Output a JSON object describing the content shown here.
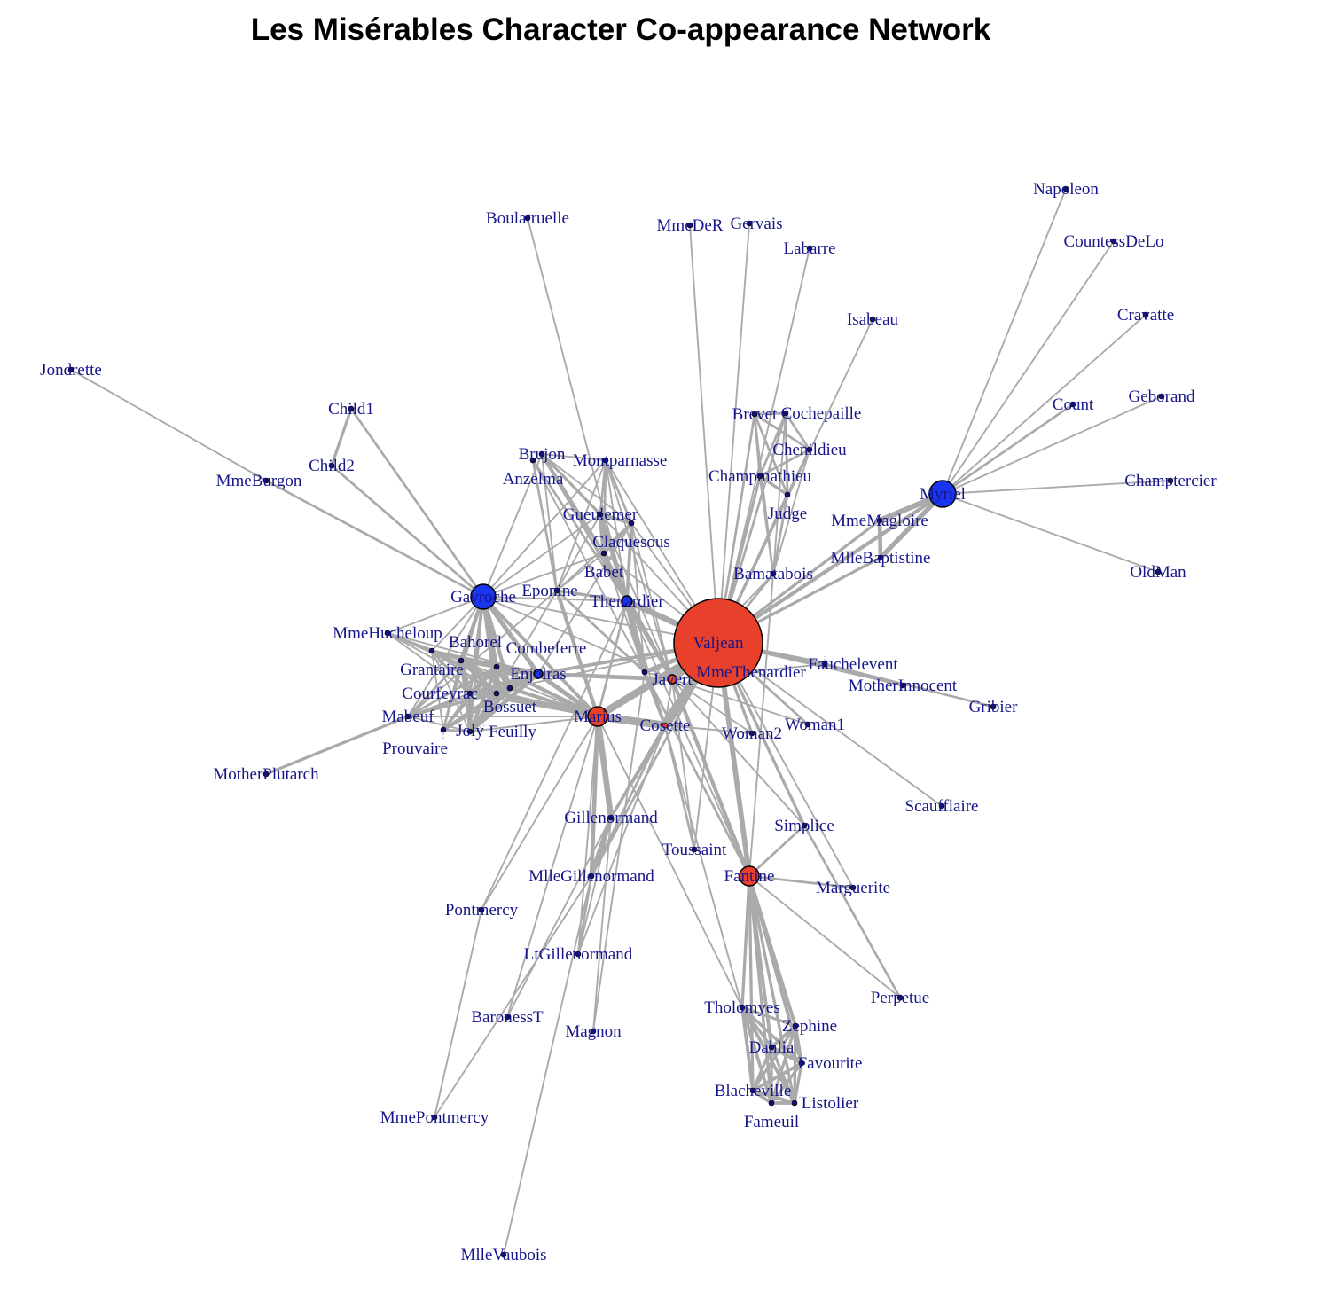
{
  "title": "Les Misérables Character Co-appearance Network",
  "colors": {
    "edge": "#aaaaaa",
    "major_red": "#e8402a",
    "major_blue": "#1a35f0",
    "minor_dot": "#10106e",
    "label": "#16168a"
  },
  "nodes": [
    {
      "name": "Valjean",
      "group": "red"
    },
    {
      "name": "Myriel",
      "group": "blue"
    },
    {
      "name": "Gavroche",
      "group": "blue"
    },
    {
      "name": "Marius",
      "group": "red"
    },
    {
      "name": "Fantine",
      "group": "red"
    },
    {
      "name": "Thenardier",
      "group": "blue"
    },
    {
      "name": "Javert",
      "group": "red"
    },
    {
      "name": "Enjolras",
      "group": "blue"
    },
    {
      "name": "Cosette",
      "group": "red"
    },
    {
      "name": "Napoleon",
      "group": "minor"
    },
    {
      "name": "CountessDeLo",
      "group": "minor"
    },
    {
      "name": "Cravatte",
      "group": "minor"
    },
    {
      "name": "Count",
      "group": "minor"
    },
    {
      "name": "Geborand",
      "group": "minor"
    },
    {
      "name": "Champtercier",
      "group": "minor"
    },
    {
      "name": "OldMan",
      "group": "minor"
    },
    {
      "name": "MmeMagloire",
      "group": "minor"
    },
    {
      "name": "MlleBaptistine",
      "group": "minor"
    },
    {
      "name": "Boulatruelle",
      "group": "minor"
    },
    {
      "name": "MmeDeR",
      "group": "minor"
    },
    {
      "name": "Gervais",
      "group": "minor"
    },
    {
      "name": "Labarre",
      "group": "minor"
    },
    {
      "name": "Isabeau",
      "group": "minor"
    },
    {
      "name": "Brevet",
      "group": "minor"
    },
    {
      "name": "Cochepaille",
      "group": "minor"
    },
    {
      "name": "Chenildieu",
      "group": "minor"
    },
    {
      "name": "Champmathieu",
      "group": "minor"
    },
    {
      "name": "Judge",
      "group": "minor"
    },
    {
      "name": "Bamatabois",
      "group": "minor"
    },
    {
      "name": "Jondrette",
      "group": "minor"
    },
    {
      "name": "Child1",
      "group": "minor"
    },
    {
      "name": "Child2",
      "group": "minor"
    },
    {
      "name": "MmeBurgon",
      "group": "minor"
    },
    {
      "name": "Brujon",
      "group": "minor"
    },
    {
      "name": "Anzelma",
      "group": "minor"
    },
    {
      "name": "Montparnasse",
      "group": "minor"
    },
    {
      "name": "Gueulemer",
      "group": "minor"
    },
    {
      "name": "Claquesous",
      "group": "minor"
    },
    {
      "name": "Babet",
      "group": "minor"
    },
    {
      "name": "Eponine",
      "group": "minor"
    },
    {
      "name": "MmeHucheloup",
      "group": "minor"
    },
    {
      "name": "Grantaire",
      "group": "minor"
    },
    {
      "name": "Bahorel",
      "group": "minor"
    },
    {
      "name": "Combeferre",
      "group": "minor"
    },
    {
      "name": "MmeThenardier",
      "group": "minor"
    },
    {
      "name": "Bossuet",
      "group": "minor"
    },
    {
      "name": "Courfeyrac",
      "group": "minor"
    },
    {
      "name": "Joly",
      "group": "minor"
    },
    {
      "name": "Mabeuf",
      "group": "minor"
    },
    {
      "name": "Prouvaire",
      "group": "minor"
    },
    {
      "name": "Feuilly",
      "group": "minor"
    },
    {
      "name": "MotherPlutarch",
      "group": "minor"
    },
    {
      "name": "Woman2",
      "group": "minor"
    },
    {
      "name": "Woman1",
      "group": "minor"
    },
    {
      "name": "Fauchelevent",
      "group": "minor"
    },
    {
      "name": "MotherInnocent",
      "group": "minor"
    },
    {
      "name": "Gribier",
      "group": "minor"
    },
    {
      "name": "Scaufflaire",
      "group": "minor"
    },
    {
      "name": "Simplice",
      "group": "minor"
    },
    {
      "name": "Toussaint",
      "group": "minor"
    },
    {
      "name": "Gillenormand",
      "group": "minor"
    },
    {
      "name": "MlleGillenormand",
      "group": "minor"
    },
    {
      "name": "Marguerite",
      "group": "minor"
    },
    {
      "name": "Pontmercy",
      "group": "minor"
    },
    {
      "name": "LtGillenormand",
      "group": "minor"
    },
    {
      "name": "BaronessT",
      "group": "minor"
    },
    {
      "name": "Magnon",
      "group": "minor"
    },
    {
      "name": "Perpetue",
      "group": "minor"
    },
    {
      "name": "Tholomyes",
      "group": "minor"
    },
    {
      "name": "Zephine",
      "group": "minor"
    },
    {
      "name": "Dahlia",
      "group": "minor"
    },
    {
      "name": "Favourite",
      "group": "minor"
    },
    {
      "name": "Blacheville",
      "group": "minor"
    },
    {
      "name": "Fameuil",
      "group": "minor"
    },
    {
      "name": "Listolier",
      "group": "minor"
    },
    {
      "name": "MmePontmercy",
      "group": "minor"
    },
    {
      "name": "MlleVaubois",
      "group": "minor"
    }
  ],
  "edges": [
    [
      "Napoleon",
      "Myriel",
      1
    ],
    [
      "MlleBaptistine",
      "Myriel",
      8
    ],
    [
      "MmeMagloire",
      "Myriel",
      10
    ],
    [
      "MmeMagloire",
      "MlleBaptistine",
      6
    ],
    [
      "CountessDeLo",
      "Myriel",
      1
    ],
    [
      "Geborand",
      "Myriel",
      1
    ],
    [
      "Champtercier",
      "Myriel",
      1
    ],
    [
      "Cravatte",
      "Myriel",
      1
    ],
    [
      "Count",
      "Myriel",
      2
    ],
    [
      "OldMan",
      "Myriel",
      1
    ],
    [
      "Valjean",
      "Labarre",
      1
    ],
    [
      "Valjean",
      "MmeMagloire",
      3
    ],
    [
      "Valjean",
      "MlleBaptistine",
      3
    ],
    [
      "Valjean",
      "Myriel",
      5
    ],
    [
      "Marguerite",
      "Valjean",
      1
    ],
    [
      "MmeDeR",
      "Valjean",
      1
    ],
    [
      "Isabeau",
      "Valjean",
      1
    ],
    [
      "Gervais",
      "Valjean",
      1
    ],
    [
      "Listolier",
      "Tholomyes",
      4
    ],
    [
      "Fameuil",
      "Tholomyes",
      4
    ],
    [
      "Fameuil",
      "Listolier",
      4
    ],
    [
      "Blacheville",
      "Tholomyes",
      4
    ],
    [
      "Blacheville",
      "Listolier",
      4
    ],
    [
      "Blacheville",
      "Fameuil",
      4
    ],
    [
      "Favourite",
      "Tholomyes",
      3
    ],
    [
      "Favourite",
      "Listolier",
      3
    ],
    [
      "Favourite",
      "Fameuil",
      3
    ],
    [
      "Favourite",
      "Blacheville",
      4
    ],
    [
      "Dahlia",
      "Listolier",
      3
    ],
    [
      "Dahlia",
      "Fameuil",
      3
    ],
    [
      "Dahlia",
      "Blacheville",
      3
    ],
    [
      "Dahlia",
      "Favourite",
      5
    ],
    [
      "Dahlia",
      "Tholomyes",
      3
    ],
    [
      "Zephine",
      "Listolier",
      3
    ],
    [
      "Zephine",
      "Fameuil",
      3
    ],
    [
      "Zephine",
      "Blacheville",
      3
    ],
    [
      "Zephine",
      "Favourite",
      4
    ],
    [
      "Zephine",
      "Dahlia",
      4
    ],
    [
      "Zephine",
      "Tholomyes",
      3
    ],
    [
      "Fantine",
      "Listolier",
      3
    ],
    [
      "Fantine",
      "Fameuil",
      3
    ],
    [
      "Fantine",
      "Blacheville",
      3
    ],
    [
      "Fantine",
      "Favourite",
      4
    ],
    [
      "Fantine",
      "Dahlia",
      4
    ],
    [
      "Fantine",
      "Tholomyes",
      3
    ],
    [
      "Fantine",
      "Zephine",
      4
    ],
    [
      "Fantine",
      "Marguerite",
      2
    ],
    [
      "Fantine",
      "Valjean",
      9
    ],
    [
      "MmeThenardier",
      "Fantine",
      2
    ],
    [
      "MmeThenardier",
      "Valjean",
      7
    ],
    [
      "Thenardier",
      "MmeThenardier",
      13
    ],
    [
      "Thenardier",
      "Fantine",
      1
    ],
    [
      "Thenardier",
      "Valjean",
      12
    ],
    [
      "Cosette",
      "MmeThenardier",
      4
    ],
    [
      "Cosette",
      "Valjean",
      31
    ],
    [
      "Cosette",
      "Tholomyes",
      1
    ],
    [
      "Cosette",
      "Thenardier",
      1
    ],
    [
      "Javert",
      "Valjean",
      17
    ],
    [
      "Javert",
      "Fantine",
      5
    ],
    [
      "Javert",
      "Thenardier",
      5
    ],
    [
      "Javert",
      "MmeThenardier",
      1
    ],
    [
      "Javert",
      "Cosette",
      1
    ],
    [
      "Fauchelevent",
      "Valjean",
      8
    ],
    [
      "Fauchelevent",
      "Javert",
      1
    ],
    [
      "Bamatabois",
      "Fantine",
      1
    ],
    [
      "Bamatabois",
      "Javert",
      1
    ],
    [
      "Bamatabois",
      "Valjean",
      2
    ],
    [
      "Perpetue",
      "Fantine",
      1
    ],
    [
      "Simplice",
      "Perpetue",
      2
    ],
    [
      "Simplice",
      "Valjean",
      3
    ],
    [
      "Simplice",
      "Fantine",
      2
    ],
    [
      "Simplice",
      "Javert",
      1
    ],
    [
      "Scaufflaire",
      "Valjean",
      1
    ],
    [
      "Woman1",
      "Valjean",
      2
    ],
    [
      "Woman1",
      "Javert",
      1
    ],
    [
      "Judge",
      "Valjean",
      3
    ],
    [
      "Judge",
      "Bamatabois",
      2
    ],
    [
      "Champmathieu",
      "Valjean",
      3
    ],
    [
      "Champmathieu",
      "Judge",
      3
    ],
    [
      "Champmathieu",
      "Bamatabois",
      2
    ],
    [
      "Brevet",
      "Judge",
      2
    ],
    [
      "Brevet",
      "Champmathieu",
      2
    ],
    [
      "Brevet",
      "Valjean",
      2
    ],
    [
      "Brevet",
      "Bamatabois",
      1
    ],
    [
      "Chenildieu",
      "Judge",
      2
    ],
    [
      "Chenildieu",
      "Champmathieu",
      2
    ],
    [
      "Chenildieu",
      "Brevet",
      2
    ],
    [
      "Chenildieu",
      "Valjean",
      2
    ],
    [
      "Chenildieu",
      "Bamatabois",
      1
    ],
    [
      "Cochepaille",
      "Judge",
      2
    ],
    [
      "Cochepaille",
      "Champmathieu",
      2
    ],
    [
      "Cochepaille",
      "Brevet",
      2
    ],
    [
      "Cochepaille",
      "Chenildieu",
      2
    ],
    [
      "Cochepaille",
      "Valjean",
      2
    ],
    [
      "Cochepaille",
      "Bamatabois",
      1
    ],
    [
      "Pontmercy",
      "Thenardier",
      1
    ],
    [
      "Boulatruelle",
      "Thenardier",
      1
    ],
    [
      "Eponine",
      "MmeThenardier",
      2
    ],
    [
      "Eponine",
      "Thenardier",
      3
    ],
    [
      "Anzelma",
      "Eponine",
      2
    ],
    [
      "Anzelma",
      "Thenardier",
      2
    ],
    [
      "Anzelma",
      "MmeThenardier",
      1
    ],
    [
      "Woman2",
      "Valjean",
      3
    ],
    [
      "Woman2",
      "Cosette",
      1
    ],
    [
      "Woman2",
      "Javert",
      1
    ],
    [
      "MotherInnocent",
      "Fauchelevent",
      3
    ],
    [
      "MotherInnocent",
      "Valjean",
      1
    ],
    [
      "Gribier",
      "Fauchelevent",
      2
    ],
    [
      "MmeBurgon",
      "Jondrette",
      1
    ],
    [
      "Gavroche",
      "MmeBurgon",
      2
    ],
    [
      "Gavroche",
      "Thenardier",
      1
    ],
    [
      "Gavroche",
      "Javert",
      1
    ],
    [
      "Gavroche",
      "Valjean",
      1
    ],
    [
      "Gillenormand",
      "Cosette",
      3
    ],
    [
      "Gillenormand",
      "Valjean",
      2
    ],
    [
      "Magnon",
      "Gillenormand",
      1
    ],
    [
      "Magnon",
      "MmeThenardier",
      1
    ],
    [
      "MlleGillenormand",
      "Gillenormand",
      9
    ],
    [
      "MlleGillenormand",
      "Cosette",
      2
    ],
    [
      "MlleGillenormand",
      "Valjean",
      2
    ],
    [
      "MmePontmercy",
      "MlleGillenormand",
      1
    ],
    [
      "MmePontmercy",
      "Pontmercy",
      1
    ],
    [
      "MlleVaubois",
      "MlleGillenormand",
      1
    ],
    [
      "LtGillenormand",
      "MlleGillenormand",
      2
    ],
    [
      "LtGillenormand",
      "Gillenormand",
      1
    ],
    [
      "LtGillenormand",
      "Cosette",
      1
    ],
    [
      "Marius",
      "MlleGillenormand",
      6
    ],
    [
      "Marius",
      "Gillenormand",
      12
    ],
    [
      "Marius",
      "Pontmercy",
      1
    ],
    [
      "Marius",
      "LtGillenormand",
      1
    ],
    [
      "Marius",
      "BaronessT",
      1
    ],
    [
      "Marius",
      "Valjean",
      19
    ],
    [
      "Marius",
      "Cosette",
      21
    ],
    [
      "Marius",
      "Tholomyes",
      1
    ],
    [
      "Marius",
      "Thenardier",
      2
    ],
    [
      "Marius",
      "Eponine",
      5
    ],
    [
      "Marius",
      "Gavroche",
      4
    ],
    [
      "BaronessT",
      "Gillenormand",
      1
    ],
    [
      "Mabeuf",
      "Marius",
      1
    ],
    [
      "Mabeuf",
      "Eponine",
      1
    ],
    [
      "Mabeuf",
      "Gavroche",
      1
    ],
    [
      "Enjolras",
      "Marius",
      7
    ],
    [
      "Enjolras",
      "Gavroche",
      7
    ],
    [
      "Enjolras",
      "Javert",
      6
    ],
    [
      "Enjolras",
      "Mabeuf",
      1
    ],
    [
      "Enjolras",
      "Valjean",
      4
    ],
    [
      "Combeferre",
      "Enjolras",
      15
    ],
    [
      "Combeferre",
      "Marius",
      5
    ],
    [
      "Combeferre",
      "Gavroche",
      6
    ],
    [
      "Combeferre",
      "Mabeuf",
      2
    ],
    [
      "Prouvaire",
      "Gavroche",
      1
    ],
    [
      "Prouvaire",
      "Enjolras",
      4
    ],
    [
      "Prouvaire",
      "Combeferre",
      2
    ],
    [
      "Feuilly",
      "Gavroche",
      2
    ],
    [
      "Feuilly",
      "Prouvaire",
      2
    ],
    [
      "Feuilly",
      "Enjolras",
      6
    ],
    [
      "Feuilly",
      "Combeferre",
      5
    ],
    [
      "Feuilly",
      "Mabeuf",
      1
    ],
    [
      "Feuilly",
      "Marius",
      1
    ],
    [
      "Courfeyrac",
      "Marius",
      9
    ],
    [
      "Courfeyrac",
      "Enjolras",
      17
    ],
    [
      "Courfeyrac",
      "Combeferre",
      13
    ],
    [
      "Courfeyrac",
      "Gavroche",
      7
    ],
    [
      "Courfeyrac",
      "Mabeuf",
      2
    ],
    [
      "Courfeyrac",
      "Eponine",
      1
    ],
    [
      "Courfeyrac",
      "Feuilly",
      6
    ],
    [
      "Courfeyrac",
      "Prouvaire",
      3
    ],
    [
      "Bahorel",
      "Combeferre",
      5
    ],
    [
      "Bahorel",
      "Gavroche",
      5
    ],
    [
      "Bahorel",
      "Courfeyrac",
      6
    ],
    [
      "Bahorel",
      "Mabeuf",
      2
    ],
    [
      "Bahorel",
      "Enjolras",
      4
    ],
    [
      "Bahorel",
      "Feuilly",
      3
    ],
    [
      "Bahorel",
      "Prouvaire",
      2
    ],
    [
      "Bahorel",
      "Marius",
      1
    ],
    [
      "Bossuet",
      "Marius",
      5
    ],
    [
      "Bossuet",
      "Courfeyrac",
      12
    ],
    [
      "Bossuet",
      "Gavroche",
      5
    ],
    [
      "Bossuet",
      "Bahorel",
      4
    ],
    [
      "Bossuet",
      "Enjolras",
      10
    ],
    [
      "Bossuet",
      "Feuilly",
      6
    ],
    [
      "Bossuet",
      "Prouvaire",
      2
    ],
    [
      "Bossuet",
      "Combeferre",
      9
    ],
    [
      "Bossuet",
      "Mabeuf",
      1
    ],
    [
      "Bossuet",
      "Valjean",
      1
    ],
    [
      "Joly",
      "Bahorel",
      5
    ],
    [
      "Joly",
      "Bossuet",
      7
    ],
    [
      "Joly",
      "Gavroche",
      3
    ],
    [
      "Joly",
      "Courfeyrac",
      5
    ],
    [
      "Joly",
      "Enjolras",
      5
    ],
    [
      "Joly",
      "Feuilly",
      5
    ],
    [
      "Joly",
      "Prouvaire",
      2
    ],
    [
      "Joly",
      "Combeferre",
      5
    ],
    [
      "Joly",
      "Mabeuf",
      1
    ],
    [
      "Joly",
      "Marius",
      2
    ],
    [
      "Grantaire",
      "Bossuet",
      3
    ],
    [
      "Grantaire",
      "Enjolras",
      3
    ],
    [
      "Grantaire",
      "Combeferre",
      1
    ],
    [
      "Grantaire",
      "Courfeyrac",
      2
    ],
    [
      "Grantaire",
      "Joly",
      2
    ],
    [
      "Grantaire",
      "Gavroche",
      1
    ],
    [
      "Grantaire",
      "Bahorel",
      1
    ],
    [
      "Grantaire",
      "Feuilly",
      1
    ],
    [
      "Grantaire",
      "Prouvaire",
      1
    ],
    [
      "MotherPlutarch",
      "Mabeuf",
      3
    ],
    [
      "Gueulemer",
      "Thenardier",
      5
    ],
    [
      "Gueulemer",
      "Valjean",
      1
    ],
    [
      "Gueulemer",
      "MmeThenardier",
      1
    ],
    [
      "Gueulemer",
      "Javert",
      1
    ],
    [
      "Gueulemer",
      "Gavroche",
      1
    ],
    [
      "Gueulemer",
      "Eponine",
      1
    ],
    [
      "Babet",
      "Thenardier",
      6
    ],
    [
      "Babet",
      "Gueulemer",
      6
    ],
    [
      "Babet",
      "Valjean",
      1
    ],
    [
      "Babet",
      "MmeThenardier",
      1
    ],
    [
      "Babet",
      "Javert",
      2
    ],
    [
      "Babet",
      "Gavroche",
      1
    ],
    [
      "Babet",
      "Eponine",
      1
    ],
    [
      "Claquesous",
      "Thenardier",
      4
    ],
    [
      "Claquesous",
      "Babet",
      4
    ],
    [
      "Claquesous",
      "Gueulemer",
      4
    ],
    [
      "Claquesous",
      "Valjean",
      1
    ],
    [
      "Claquesous",
      "MmeThenardier",
      1
    ],
    [
      "Claquesous",
      "Javert",
      1
    ],
    [
      "Claquesous",
      "Eponine",
      1
    ],
    [
      "Claquesous",
      "Enjolras",
      1
    ],
    [
      "Montparnasse",
      "Javert",
      1
    ],
    [
      "Montparnasse",
      "Babet",
      2
    ],
    [
      "Montparnasse",
      "Gueulemer",
      2
    ],
    [
      "Montparnasse",
      "Claquesous",
      2
    ],
    [
      "Montparnasse",
      "Valjean",
      1
    ],
    [
      "Montparnasse",
      "Gavroche",
      1
    ],
    [
      "Montparnasse",
      "Eponine",
      1
    ],
    [
      "Montparnasse",
      "Thenardier",
      1
    ],
    [
      "Toussaint",
      "Cosette",
      2
    ],
    [
      "Toussaint",
      "Javert",
      1
    ],
    [
      "Toussaint",
      "Valjean",
      1
    ],
    [
      "Child1",
      "Gavroche",
      2
    ],
    [
      "Child2",
      "Gavroche",
      2
    ],
    [
      "Child2",
      "Child1",
      3
    ],
    [
      "Brujon",
      "Babet",
      3
    ],
    [
      "Brujon",
      "Gueulemer",
      3
    ],
    [
      "Brujon",
      "Thenardier",
      3
    ],
    [
      "Brujon",
      "Gavroche",
      1
    ],
    [
      "Brujon",
      "Eponine",
      1
    ],
    [
      "Brujon",
      "Claquesous",
      1
    ],
    [
      "Brujon",
      "Montparnasse",
      1
    ],
    [
      "MmeHucheloup",
      "Bossuet",
      1
    ],
    [
      "MmeHucheloup",
      "Joly",
      1
    ],
    [
      "MmeHucheloup",
      "Grantaire",
      1
    ],
    [
      "MmeHucheloup",
      "Bahorel",
      1
    ],
    [
      "MmeHucheloup",
      "Courfeyrac",
      1
    ],
    [
      "MmeHucheloup",
      "Gavroche",
      1
    ],
    [
      "MmeHucheloup",
      "Enjolras",
      1
    ]
  ]
}
